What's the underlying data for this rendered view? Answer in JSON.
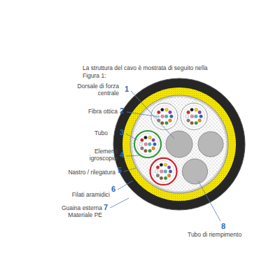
{
  "diagram": {
    "title": "La struttura del cavo è mostrata di seguito nella Figura 1:",
    "labels": [
      "1",
      "Dorsale di forza centrale",
      "2",
      "Fibra ottica",
      "3",
      "Tubo",
      "4",
      "Elementi igroscopici",
      "5",
      "Nastro / rilegatura",
      "6",
      "Filati aramidici",
      "7",
      "Guaina esterna Materiale PE",
      "8",
      "Tubo di riempimento"
    ]
  }
}
